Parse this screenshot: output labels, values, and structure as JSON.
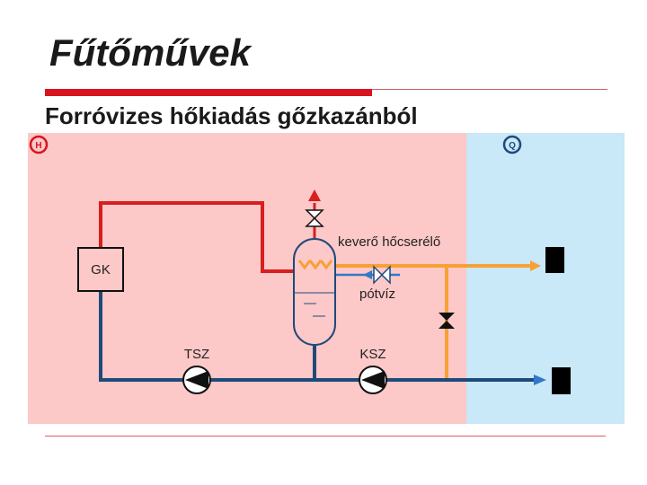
{
  "slide": {
    "title": "Fűtőművek",
    "subtitle": "Forróvizes hőkiadás gőzkazánból"
  },
  "diagram": {
    "markers": {
      "left": "H",
      "right": "Q"
    },
    "labels": {
      "boiler": "GK",
      "mixer": "keverő hőcserélő",
      "makeup": "pótvíz",
      "pump_left": "TSZ",
      "pump_right": "KSZ"
    },
    "colors": {
      "left_zone": "#fdc8c8",
      "right_zone": "#c9e8f8",
      "steam": "#d81e1e",
      "hot_water": "#f7a035",
      "return": "#1e4a7a",
      "makeup": "#3278c8"
    }
  }
}
